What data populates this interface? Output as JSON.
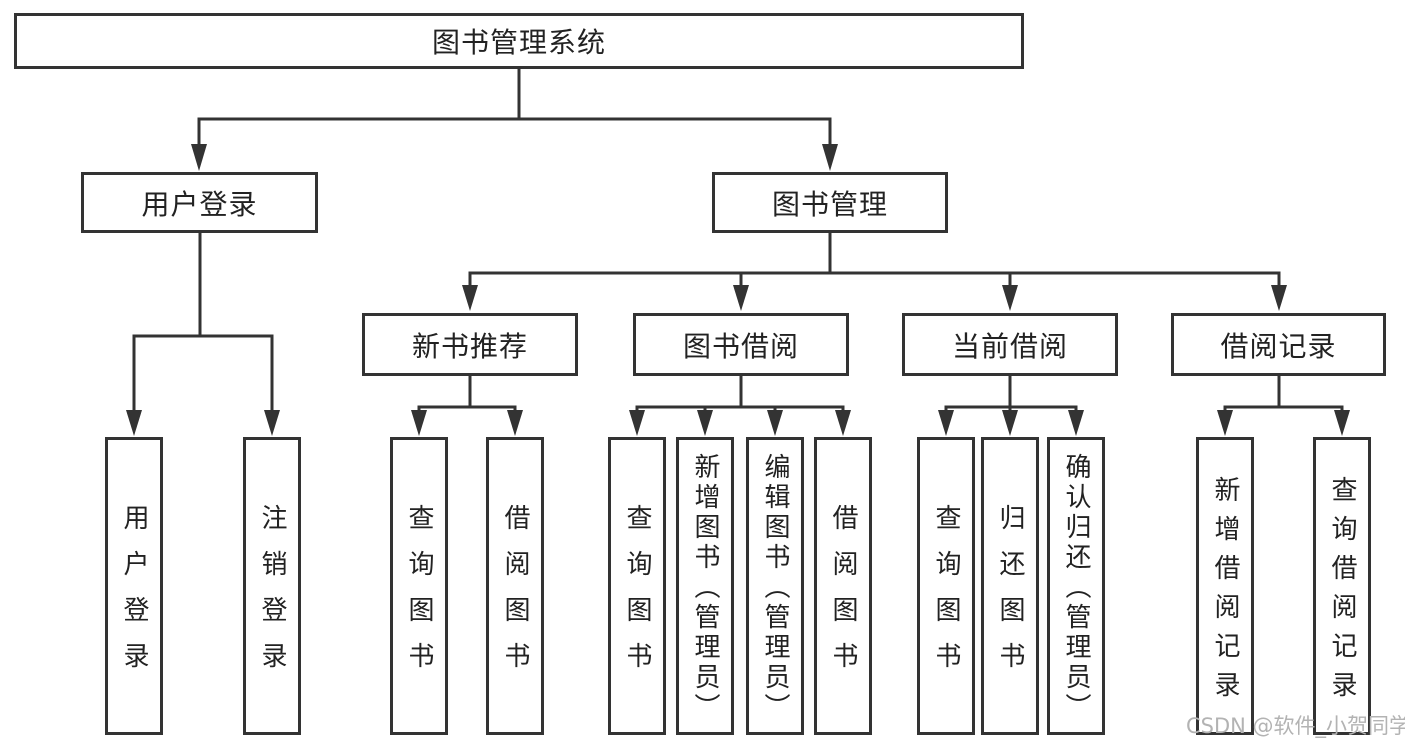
{
  "title": "图书管理系统",
  "colors": {
    "line": "#333333",
    "text": "#222222",
    "watermark": "#b3b3b3",
    "background": "#ffffff"
  },
  "nodes": {
    "root": "图书管理系统",
    "user_login": "用户登录",
    "book_mgmt": "图书管理",
    "new_book_rec": "新书推荐",
    "book_borrow": "图书借阅",
    "current_borrow": "当前借阅",
    "borrow_records": "借阅记录",
    "user_login_children": [
      "用户登录",
      "注销登录"
    ],
    "new_book_rec_children": [
      "查询图书",
      "借阅图书"
    ],
    "book_borrow_children": [
      "查询图书",
      "新增图书（管理员）",
      "编辑图书（管理员）",
      "借阅图书"
    ],
    "current_borrow_children": [
      "查询图书",
      "归还图书",
      "确认归还（管理员）"
    ],
    "borrow_records_children": [
      "新增借阅记录",
      "查询借阅记录"
    ]
  },
  "watermark": "CSDN @软件_小贺同学"
}
